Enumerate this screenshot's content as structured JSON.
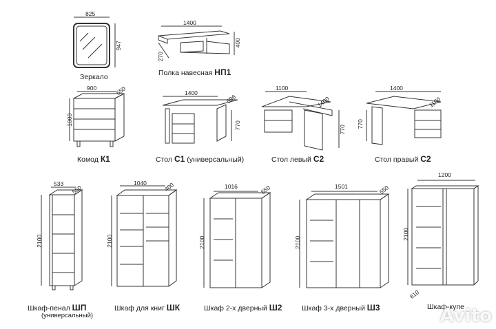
{
  "items": {
    "mirror": {
      "label": "Зеркало",
      "w": "825",
      "h": "947"
    },
    "shelf": {
      "label": "Полка навесная ",
      "code": "НП1",
      "w": "1400",
      "h": "400",
      "d": "270"
    },
    "dresser": {
      "label": "Комод ",
      "code": "К1",
      "w": "900",
      "d": "550",
      "h": "1000"
    },
    "desk_c1": {
      "label": "Стол ",
      "code": "С1",
      "suffix": " (универсальный)",
      "w": "1400",
      "d": "596",
      "h": "770"
    },
    "desk_left": {
      "label": "Стол левый ",
      "code": "С2",
      "w": "1100",
      "w2": "1400",
      "h": "770"
    },
    "desk_right": {
      "label": "Стол правый ",
      "code": "С2",
      "w": "1400",
      "w2": "1100",
      "h": "770"
    },
    "penal": {
      "label": "Шкаф-пенал ",
      "code": "ШП",
      "line2": "(универсальный)",
      "w": "533",
      "d": "550",
      "h": "2100"
    },
    "books": {
      "label": "Шкаф для книг ",
      "code": "ШК",
      "w": "1040",
      "d": "400",
      "h": "2100"
    },
    "w2": {
      "label": "Шкаф 2-х дверный ",
      "code": "Ш2",
      "w": "1016",
      "d": "550",
      "h": "2100"
    },
    "w3": {
      "label": "Шкаф 3-х дверный ",
      "code": "Ш3",
      "w": "1501",
      "d": "550",
      "h": "2100"
    },
    "coupe": {
      "label": "Шкаф-купе",
      "w": "1200",
      "d": "610",
      "h": "2100"
    }
  },
  "watermark": "Avito",
  "colors": {
    "line": "#333333",
    "fill": "#f4f4f4",
    "mirror": "#e8eef0"
  }
}
